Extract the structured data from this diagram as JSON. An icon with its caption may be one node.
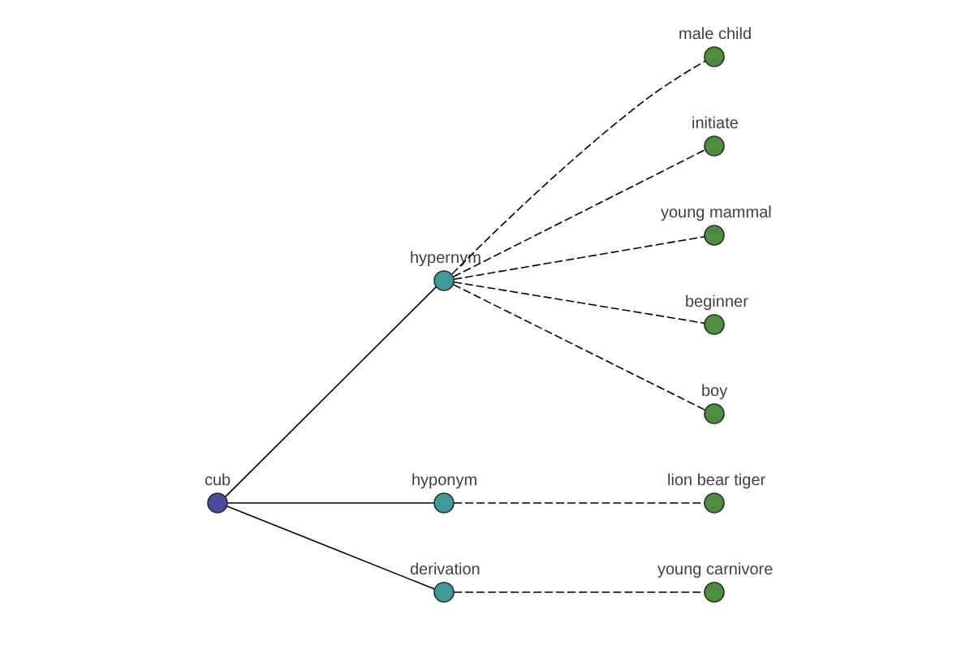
{
  "diagram": {
    "nodes": [
      {
        "text": [
          "male child"
        ]
      },
      {
        "text": [
          "initiate"
        ]
      },
      {
        "text": [
          "young mammal"
        ]
      },
      {
        "text": [
          "beginner"
        ]
      },
      {
        "text": [
          "hypernym"
        ]
      },
      {
        "text": [
          "boy"
        ]
      },
      {
        "text": [
          "lion bear tiger"
        ]
      },
      {
        "text": [
          "cub"
        ]
      },
      {
        "text": [
          "hyponym"
        ]
      },
      {
        "text": [
          "derivation"
        ]
      },
      {
        "text": [
          "young carnivore"
        ]
      }
    ],
    "edges": [
      {
        "from": 7,
        "to": 4,
        "arrow": "none"
      },
      {
        "from": 4,
        "to": 0,
        "arrow": "none",
        "style": "dashed"
      },
      {
        "from": 4,
        "to": 1,
        "arrow": "none",
        "style": "dashed"
      },
      {
        "from": 4,
        "to": 2,
        "arrow": "none",
        "style": "dashed"
      },
      {
        "from": 4,
        "to": 3,
        "arrow": "none",
        "style": "dashed"
      },
      {
        "from": 4,
        "to": 5,
        "arrow": "none",
        "style": "dashed"
      },
      {
        "from": 7,
        "to": 8,
        "arrow": "none"
      },
      {
        "from": 8,
        "to": 6,
        "arrow": "none",
        "style": "dashed"
      },
      {
        "from": 7,
        "to": 9,
        "arrow": "none"
      },
      {
        "from": 9,
        "to": 10,
        "arrow": "none",
        "style": "dashed"
      }
    ]
  }
}
